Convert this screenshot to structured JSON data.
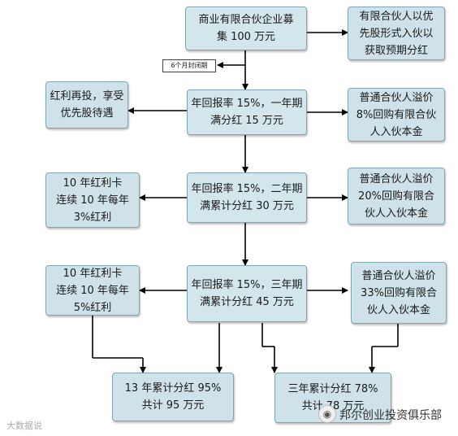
{
  "start": {
    "lines": [
      "商业有限合伙企业募",
      "集 100 万元"
    ]
  },
  "lockup_tag": "6个月封闭期",
  "preferred": {
    "lines": [
      "有限合伙人以优",
      "先股形式入伙以",
      "获取预期分红"
    ]
  },
  "left1": {
    "lines": [
      "红利再投，享受",
      "优先股待遇"
    ]
  },
  "year1": {
    "lines": [
      "年回报率 15%，一年期",
      "满分红 15 万元"
    ]
  },
  "right1": {
    "lines": [
      "普通合伙人溢价",
      "8%回购有限合伙",
      "人入伙本金"
    ]
  },
  "left2": {
    "lines": [
      "10 年红利卡",
      "连续 10 年每年",
      "3%红利"
    ]
  },
  "year2": {
    "lines": [
      "年回报率 15%，二年期",
      "满累计分红 30 万元"
    ]
  },
  "right2": {
    "lines": [
      "普通合伙人溢价",
      "20%回购有限合",
      "伙人入伙本金"
    ]
  },
  "left3": {
    "lines": [
      "10 年红利卡",
      "连续 10 年每年",
      "5%红利"
    ]
  },
  "year3": {
    "lines": [
      "年回报率 15%，三年期",
      "满累计分红 45 万元"
    ]
  },
  "right3": {
    "lines": [
      "普通合伙人溢价",
      "33%回购有限合",
      "伙人入伙本金"
    ]
  },
  "total13": {
    "lines": [
      "13 年累计分红 95%",
      "共计 95 万元"
    ]
  },
  "total3": {
    "lines": [
      "三年累计分红 78%",
      "共计 78 万元"
    ]
  },
  "watermark_left": "大数据说",
  "watermark_right": "邦尔创业投资俱乐部"
}
